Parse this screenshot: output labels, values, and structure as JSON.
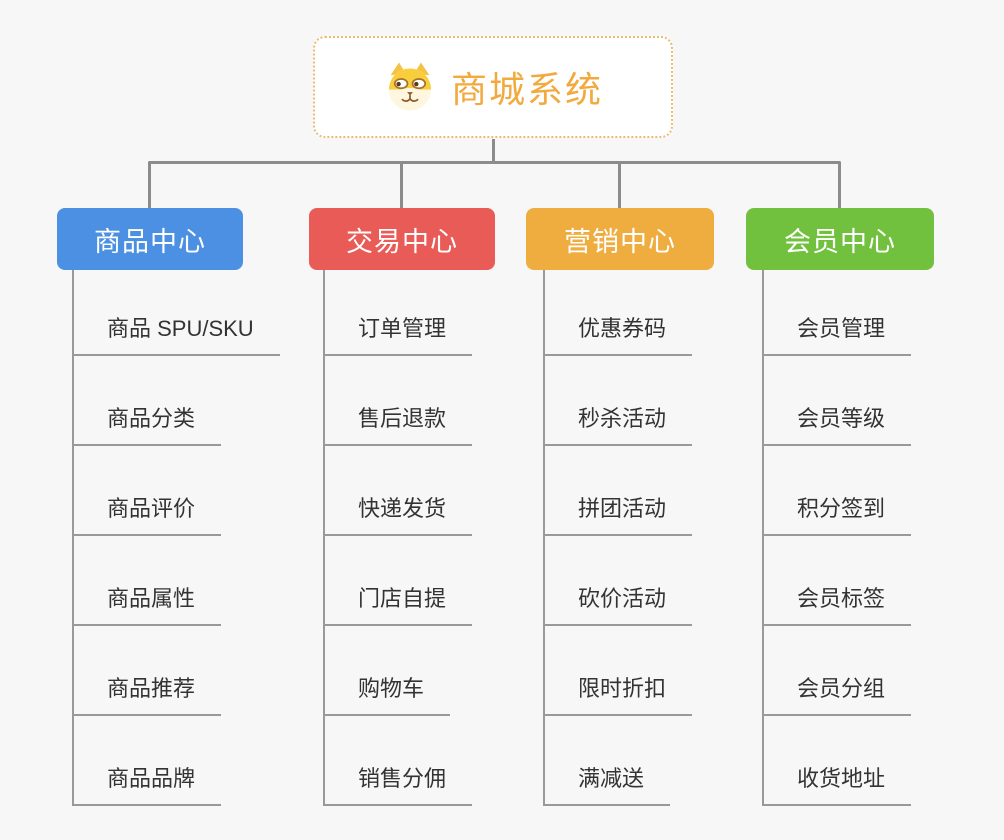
{
  "root": {
    "title": "商城系统",
    "icon": "dog-icon"
  },
  "branches": [
    {
      "label": "商品中心",
      "color": "#4B90E2",
      "items": [
        "商品 SPU/SKU",
        "商品分类",
        "商品评价",
        "商品属性",
        "商品推荐",
        "商品品牌"
      ]
    },
    {
      "label": "交易中心",
      "color": "#E85B57",
      "items": [
        "订单管理",
        "售后退款",
        "快递发货",
        "门店自提",
        "购物车",
        "销售分佣"
      ]
    },
    {
      "label": "营销中心",
      "color": "#EFAD40",
      "items": [
        "优惠券码",
        "秒杀活动",
        "拼团活动",
        "砍价活动",
        "限时折扣",
        "满减送"
      ]
    },
    {
      "label": "会员中心",
      "color": "#72C13E",
      "items": [
        "会员管理",
        "会员等级",
        "积分签到",
        "会员标签",
        "会员分组",
        "收货地址"
      ]
    }
  ],
  "colors": {
    "background": "#F7F7F7",
    "root_title": "#F2A93D",
    "root_border": "#ECBC76",
    "connector": "#8C8C8C",
    "item_line": "#999999",
    "item_text": "#333333"
  }
}
